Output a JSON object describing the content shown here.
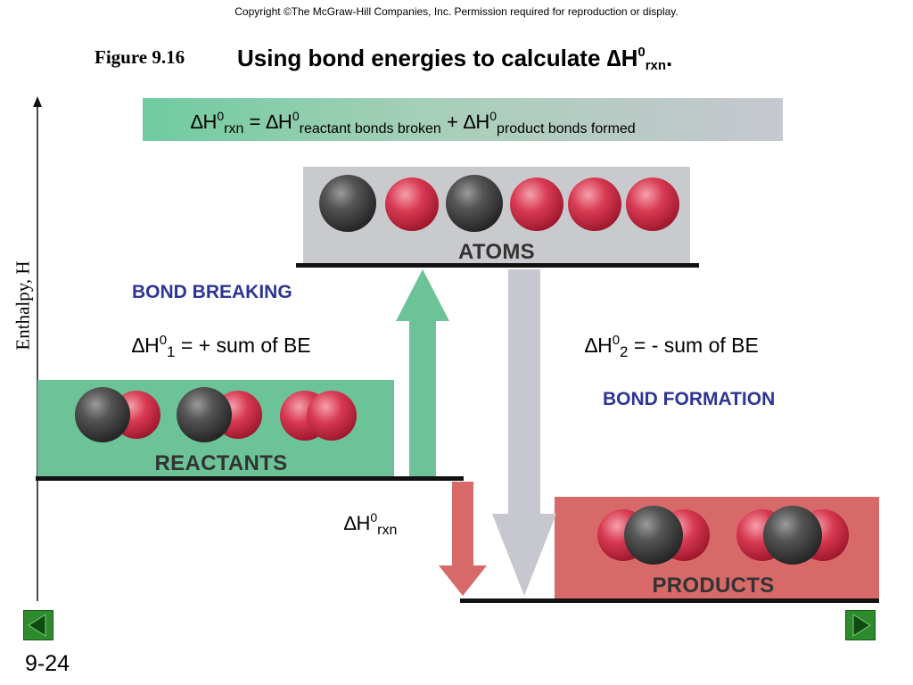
{
  "copyright": "Copyright ©The McGraw-Hill Companies, Inc.  Permission required for reproduction or display.",
  "figure_label": "Figure 9.16",
  "title": {
    "main": "Using bond energies to calculate ",
    "delta": "∆",
    "H": "H",
    "sup": "0",
    "sub": "rxn",
    "end": "."
  },
  "equation": {
    "part1": "∆H",
    "part1_sup": "0",
    "part1_sub": "rxn",
    "eq": " = ∆H",
    "part2_sup": "0",
    "part2_sub": "reactant bonds broken",
    "plus": " + ∆H",
    "part3_sup": "0",
    "part3_sub": "product bonds formed"
  },
  "axis_label": "Enthalpy, H",
  "levels": {
    "atoms": "ATOMS",
    "reactants": "REACTANTS",
    "products": "PRODUCTS"
  },
  "bond_breaking": "BOND BREAKING",
  "bond_formation": "BOND FORMATION",
  "dh1": {
    "prefix": "∆H",
    "sup": "0",
    "sub": "1",
    "rest": " = + sum of BE"
  },
  "dh2": {
    "prefix": "∆H",
    "sup": "0",
    "sub": "2",
    "rest": " = - sum of BE"
  },
  "dhrxn": {
    "prefix": "∆H",
    "sup": "0",
    "sub": "rxn"
  },
  "page_number": "9-24",
  "colors": {
    "reactants": "#6bc397",
    "atoms": "#c9cacd",
    "products": "#d76a69",
    "label_blue": "#2e3592",
    "nav_green": "#2d8a2d"
  },
  "nav": {
    "prev_icon": "triangle-left-icon",
    "next_icon": "triangle-right-icon"
  }
}
